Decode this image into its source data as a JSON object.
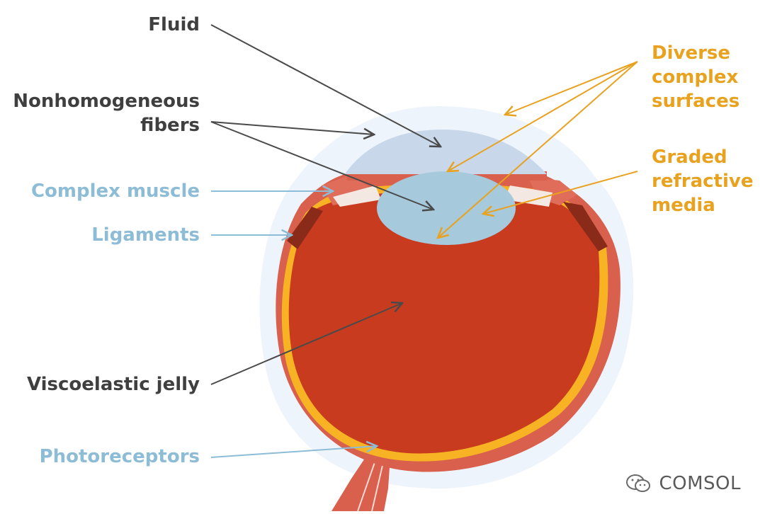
{
  "labels_left": {
    "fluid": "Fluid",
    "nonhomogeneous_line1": "Nonhomogeneous",
    "nonhomogeneous_line2": "fibers",
    "complex_muscle": "Complex muscle",
    "ligaments": "Ligaments",
    "viscoelastic_jelly": "Viscoelastic jelly",
    "photoreceptors": "Photoreceptors"
  },
  "labels_right": {
    "diverse_line1": "Diverse",
    "diverse_line2": "complex",
    "diverse_line3": "surfaces",
    "graded_line1": "Graded",
    "graded_line2": "refractive",
    "graded_line3": "media"
  },
  "watermark": {
    "text": "COMSOL",
    "icon": "wechat-icon"
  },
  "colors": {
    "dark_label": "#3f3f3f",
    "blue_label": "#8dbcd6",
    "gold_label": "#e8a21f",
    "vitreous": "#c93b1f",
    "sclera": "#d9604d",
    "retina": "#f7b323",
    "cornea_halo": "#dde9f6",
    "lens": "#a6c9dc"
  }
}
